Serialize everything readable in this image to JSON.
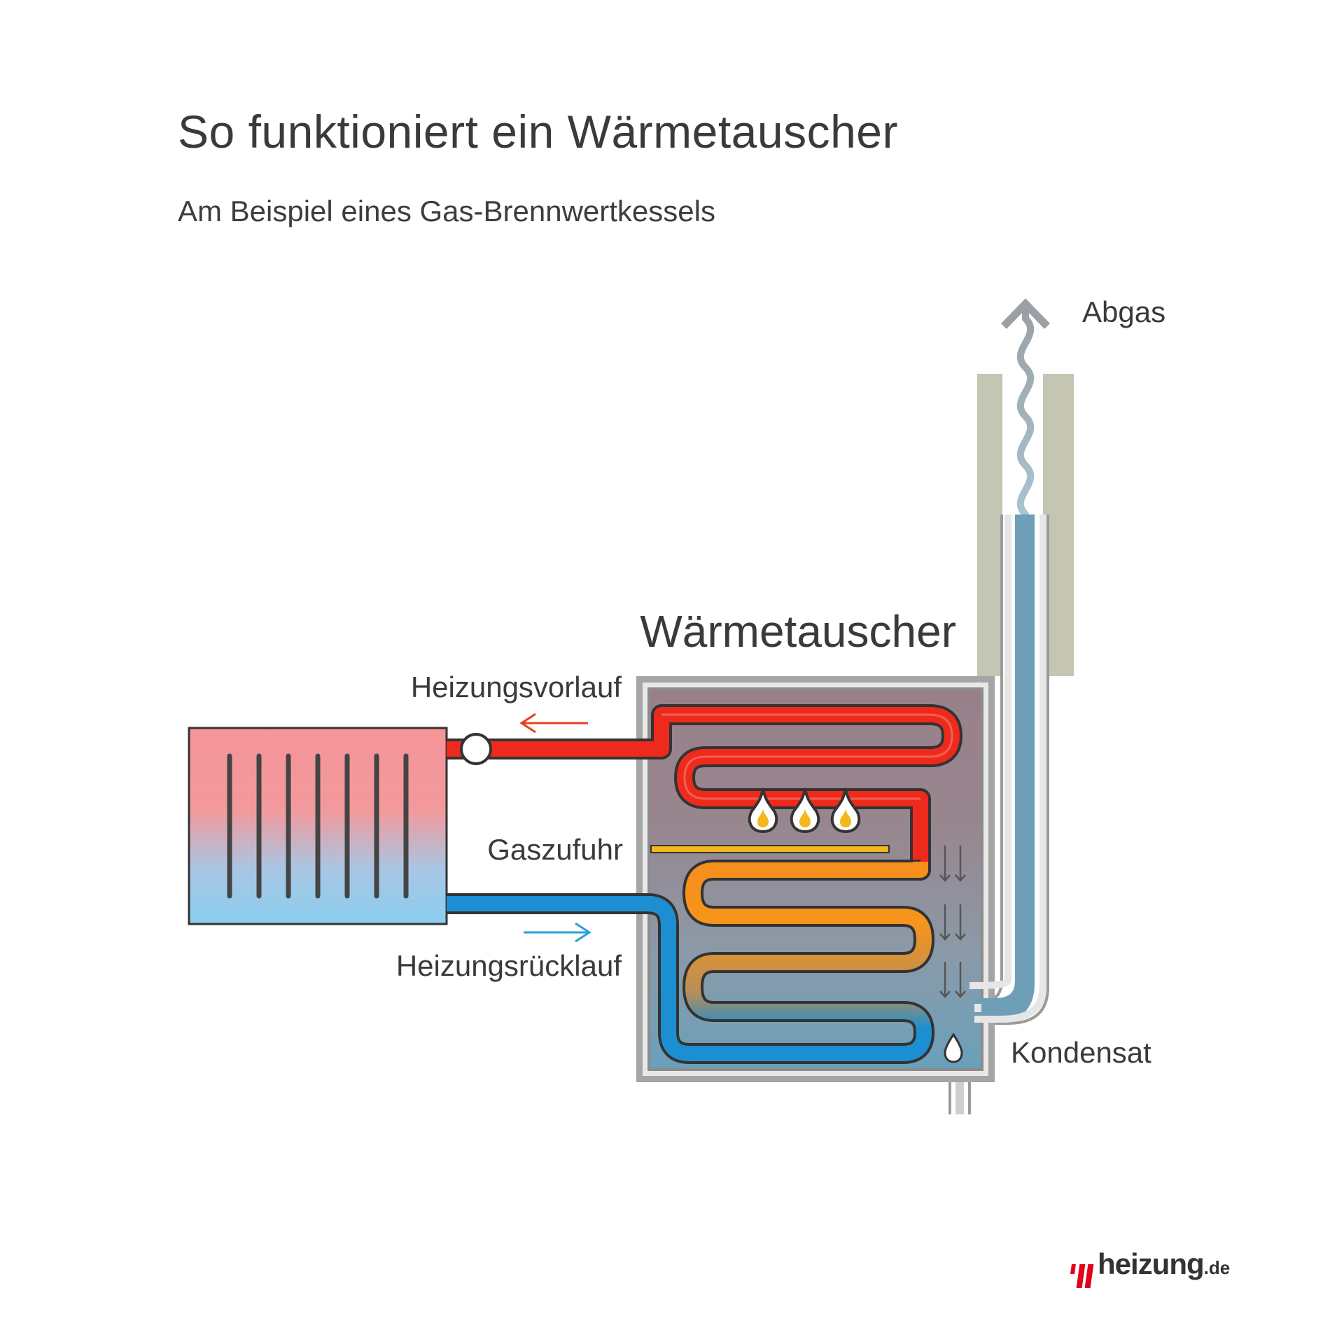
{
  "header": {
    "title": "So funktioniert ein Wärmetauscher",
    "subtitle": "Am Beispiel eines Gas-Brennwertkessels"
  },
  "labels": {
    "exchanger": "Wärmetauscher",
    "flow": "Heizungsvorlauf",
    "gas": "Gaszufuhr",
    "return": "Heizungsrücklauf",
    "exhaust": "Abgas",
    "condensate": "Kondensat"
  },
  "logo": {
    "name": "heizung",
    "tld": ".de"
  },
  "colors": {
    "hot": "#ee2a1c",
    "warm": "#f7911e",
    "cold": "#1b8fd2",
    "chimney": "#c5c5b4",
    "housing": "#a5a5a5",
    "gas_line": "#f2b81e",
    "flow_arrow": "#e8401f",
    "return_arrow": "#2aa1d6",
    "brand": "#e2001a"
  }
}
